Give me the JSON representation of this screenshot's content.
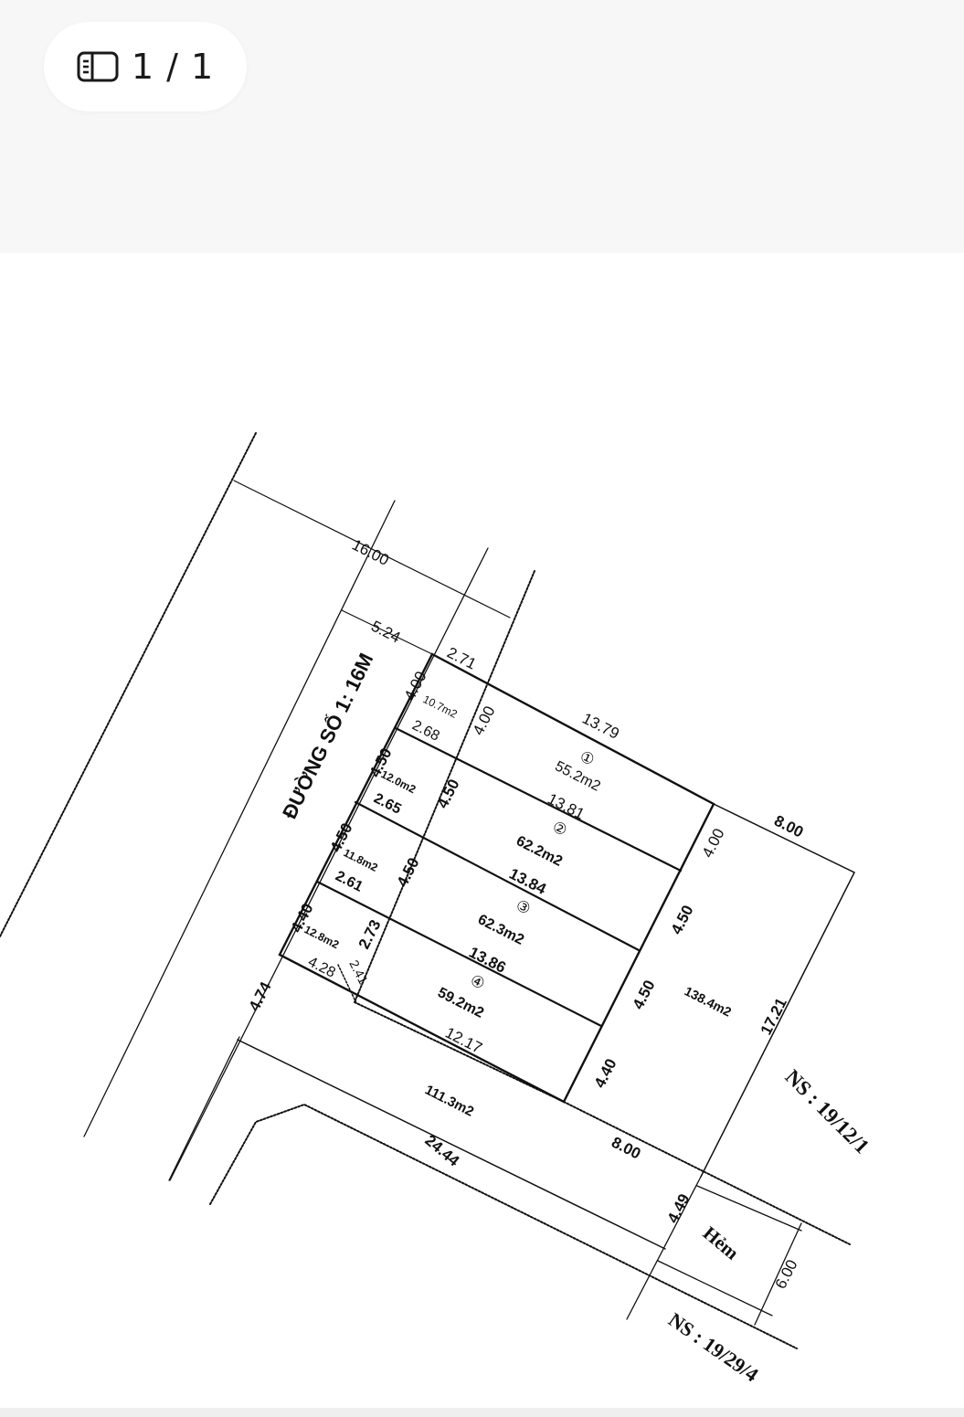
{
  "viewer": {
    "page_indicator": "1 / 1",
    "icon": "sidebar-panel-icon"
  },
  "drawing": {
    "road_name": "ĐƯỜNG SỐ 1: 16M",
    "dims": {
      "overall_top": "16.00",
      "top_left": "5.24",
      "top_mid": "2.71",
      "lot1_front": "4.00",
      "lot1_back_mid": "4.00",
      "lot1_top": "13.79",
      "lot1_bottom": "13.81",
      "lot1_right": "4.00",
      "lot1_strip": "2.68",
      "lot2_front": "4.50",
      "lot2_mid": "4.50",
      "lot2_right": "4.50",
      "lot2_strip": "2.65",
      "lot2_bottom": "13.84",
      "lot3_front": "4.50",
      "lot3_mid": "4.50",
      "lot3_right": "4.50",
      "lot3_strip": "2.61",
      "lot3_bottom": "13.86",
      "lot4_front": "4.40",
      "lot4_mid": "2.73",
      "lot4_mid2": "2.41",
      "lot4_right": "4.40",
      "lot4_strip": "4.28",
      "lot4_bottom": "12.17",
      "left_bottom": "4.74",
      "right_top": "8.00",
      "right_side": "17.21",
      "bottom_mid": "8.00",
      "bottom_long": "24.44",
      "alley_left": "4.49",
      "alley_width": "6.00"
    },
    "lots": [
      {
        "num": "①",
        "area": "55.2m2"
      },
      {
        "num": "②",
        "area": "62.2m2"
      },
      {
        "num": "③",
        "area": "62.3m2"
      },
      {
        "num": "④",
        "area": "59.2m2"
      }
    ],
    "strips": {
      "s1": "10.7m2",
      "s2": "12.0m2",
      "s3": "11.8m2",
      "s4": "12.8m2"
    },
    "areas": {
      "right_parcel": "138.4m2",
      "bottom_parcel": "111.3m2"
    },
    "alley_label": "Hẻm",
    "neighbor_right": "NS : 19/12/1",
    "neighbor_bottom": "NS : 19/29/4"
  }
}
